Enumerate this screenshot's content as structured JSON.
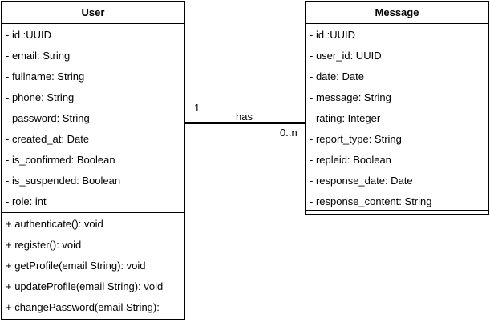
{
  "user": {
    "name": "User",
    "attributes": [
      "- id :UUID",
      "- email: String",
      "- fullname: String",
      "- phone: String",
      "- password: String",
      "- created_at: Date",
      "- is_confirmed: Boolean",
      "- is_suspended: Boolean",
      "- role: int"
    ],
    "methods": [
      "+ authenticate(): void",
      "+ register(): void",
      "+ getProfile(email String): void",
      "+ updateProfile(email String): void",
      "+ changePassword(email String):"
    ]
  },
  "message": {
    "name": "Message",
    "attributes": [
      "- id :UUID",
      "- user_id: UUID",
      "- date: Date",
      "- message: String",
      "- rating: Integer",
      "- report_type: String",
      "- repleid: Boolean",
      "- response_date: Date",
      "- response_content: String"
    ]
  },
  "association": {
    "label": "has",
    "source_multiplicity": "1",
    "target_multiplicity": "0..n"
  }
}
